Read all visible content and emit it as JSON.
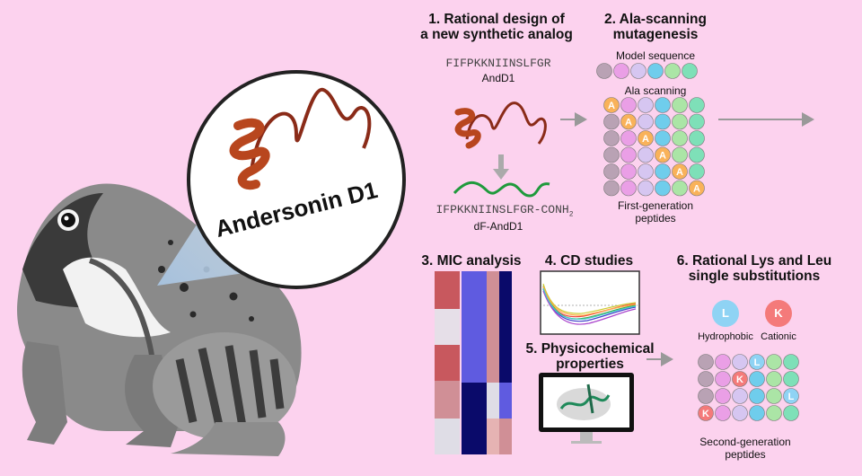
{
  "title_bubble": "Andersonin D1",
  "step1": {
    "heading_l1": "1. Rational design of",
    "heading_l2": "a new synthetic analog",
    "seq_native": "FIFPKKNIINSLFGR",
    "name_native": "AndD1",
    "seq_analog": "IFPKKNIINSLFGR-CONH",
    "seq_analog_sub": "2",
    "name_analog": "dF-AndD1"
  },
  "step2": {
    "heading_l1": "2. Ala-scanning",
    "heading_l2": "mutagenesis",
    "model_label": "Model sequence",
    "scan_label": "Ala scanning",
    "ala_letter": "A",
    "gen_l1": "First-generation",
    "gen_l2": "peptides"
  },
  "step3": {
    "heading": "3. MIC analysis"
  },
  "step4": {
    "heading": "4. CD studies"
  },
  "step5": {
    "heading_l1": "5. Physicochemical",
    "heading_l2": "properties"
  },
  "step6": {
    "heading_l1": "6. Rational Lys and Leu",
    "heading_l2": "single substitutions",
    "leu_letter": "L",
    "lys_letter": "K",
    "hydrophobic_label": "Hydrophobic",
    "cationic_label": "Cationic",
    "gen_l1": "Second-generation",
    "gen_l2": "peptides"
  },
  "colors": {
    "background": "#fcd2ee",
    "ala": "#f9b25a",
    "leu": "#8fd3f4",
    "lys": "#f47a7a",
    "bead_palette": [
      "#b9a2b4",
      "#ea9fe6",
      "#d6c6f1",
      "#6fcdec",
      "#abe5a6",
      "#7ee0b8"
    ]
  }
}
